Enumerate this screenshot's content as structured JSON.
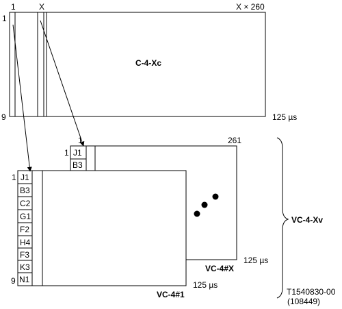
{
  "top": {
    "col_first": "1",
    "col_x": "X",
    "col_last": "X × 260",
    "row_first": "1",
    "row_last": "9",
    "title": "C-4-Xc",
    "time": "125 µs"
  },
  "vcx": {
    "col_first": "1",
    "col_last": "261",
    "row_first": "1",
    "cells": [
      "J1",
      "B3"
    ],
    "label": "VC-4#X",
    "time": "125 µs"
  },
  "vc1": {
    "row_first": "1",
    "row_last": "9",
    "cells": [
      "J1",
      "B3",
      "C2",
      "G1",
      "F2",
      "H4",
      "F3",
      "K3",
      "N1"
    ],
    "label": "VC-4#1",
    "time": "125 µs"
  },
  "group_label": "VC-4-Xv",
  "figure_id": "T1540830-00",
  "figure_ref": "(108449)"
}
